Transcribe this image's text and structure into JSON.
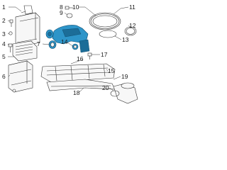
{
  "callouts": {
    "c1": "1",
    "c2": "2",
    "c3": "3",
    "c4": "4",
    "c5": "5",
    "c6": "6",
    "c7": "7",
    "c8": "8",
    "c9": "9",
    "c10": "10",
    "c11": "11",
    "c12": "12",
    "c13": "13",
    "c14": "14",
    "c15": "15",
    "c16": "16",
    "c17": "17",
    "c18": "18",
    "c19": "19",
    "c20": "20"
  },
  "highlight_color": "#2e95c9",
  "line_color": "#333333"
}
